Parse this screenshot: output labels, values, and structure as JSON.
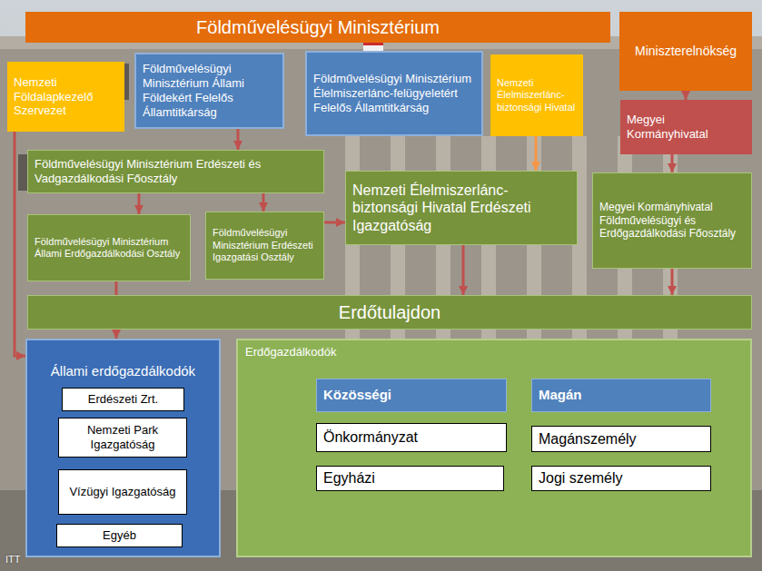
{
  "diagram": {
    "nodes": [
      {
        "text": [
          "Földművelésügyi Minisztérium"
        ]
      },
      {
        "text": [
          "Miniszterelnökség"
        ]
      },
      {
        "text": [
          "Nemzeti Földalapkezelő Szervezet"
        ]
      },
      {
        "text": [
          "Földművelésügyi Minisztérium Állami Földekért Felelős Államtitkárság"
        ]
      },
      {
        "text": [
          "Földművelésügyi Minisztérium Élelmiszerlánc-felügyeletért Felelős Államtitkárság"
        ]
      },
      {
        "text": [
          "Nemzeti Élelmiszerlánc-biztonsági Hivatal"
        ]
      },
      {
        "text": [
          "Megyei Kormányhivatal"
        ]
      },
      {
        "text": [
          "Földművelésügyi Minisztérium Erdészeti és Vadgazdálkodási Főosztály"
        ]
      },
      {
        "text": [
          "Földművelésügyi Minisztérium Állami Erdőgazdálkodási Osztály"
        ]
      },
      {
        "text": [
          "Földművelésügyi Minisztérium Erdészeti Igazgatási Osztály"
        ]
      },
      {
        "text": [
          "Nemzeti Élelmiszerlánc-biztonsági Hivatal Erdészeti Igazgatóság"
        ]
      },
      {
        "text": [
          "Megyei Kormányhivatal Földművelésügyi és Erdőgazdálkodási Főosztály"
        ]
      },
      {
        "text": [
          "Erdőtulajdon"
        ]
      },
      {
        "text": [
          "Állami erdőgazdálkodók"
        ]
      },
      {
        "text": [
          "Erdészeti Zrt."
        ],
        "in": 13
      },
      {
        "text": [
          "Nemzeti Park Igazgatóság"
        ],
        "in": 13
      },
      {
        "text": [
          "Vízügyi Igazgatóság"
        ],
        "in": 13
      },
      {
        "text": [
          "Egyéb"
        ],
        "in": 13
      },
      {
        "text": [
          "Erdőgazdálkodók"
        ]
      },
      {
        "text": [
          "Közösségi"
        ],
        "in": 18
      },
      {
        "text": [
          "Magán"
        ],
        "in": 18
      },
      {
        "text": [
          "Önkormányzat"
        ],
        "in": 18
      },
      {
        "text": [
          "Egyházi"
        ],
        "in": 18
      },
      {
        "text": [
          "Magánszemély"
        ],
        "in": 18
      },
      {
        "text": [
          "Jogi személy"
        ],
        "in": 18
      }
    ],
    "edges": [
      {
        "from": 1,
        "to": 6,
        "arrow": "to"
      },
      {
        "from": 6,
        "to": 11,
        "arrow": "to"
      },
      {
        "from": 3,
        "to": 7,
        "arrow": "to"
      },
      {
        "from": 7,
        "to": 8,
        "arrow": "to"
      },
      {
        "from": 7,
        "to": 9,
        "arrow": "to"
      },
      {
        "from": 9,
        "to": 10,
        "arrow": "to"
      },
      {
        "from": 5,
        "to": 10,
        "arrow": "to"
      },
      {
        "from": 2,
        "to": 13,
        "arrow": "to"
      },
      {
        "from": 8,
        "to": 13,
        "arrow": "to"
      },
      {
        "from": 10,
        "to": 12,
        "arrow": "to"
      },
      {
        "from": 11,
        "to": 12,
        "arrow": "to"
      }
    ],
    "labels": [
      "ITT"
    ]
  }
}
